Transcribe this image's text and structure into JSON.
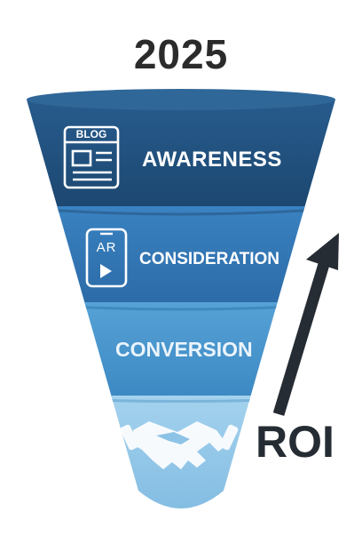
{
  "title": "2025",
  "stages": [
    {
      "label": "AWARENESS",
      "icon": "blog-page-icon",
      "icon_text": "BLOG",
      "color": "#1f4f7c"
    },
    {
      "label": "CONSIDERATION",
      "icon": "ar-play-device-icon",
      "icon_text": "AR",
      "color": "#2e70ad"
    },
    {
      "label": "CONVERSION",
      "icon": "",
      "icon_text": "",
      "color": "#3f8cc6"
    },
    {
      "label": "",
      "icon": "handshake-icon",
      "icon_text": "",
      "color": "#8dc3e6"
    }
  ],
  "arrow_label": "ROI",
  "colors": {
    "arrow": "#262c33",
    "title": "#2b2b2b"
  }
}
